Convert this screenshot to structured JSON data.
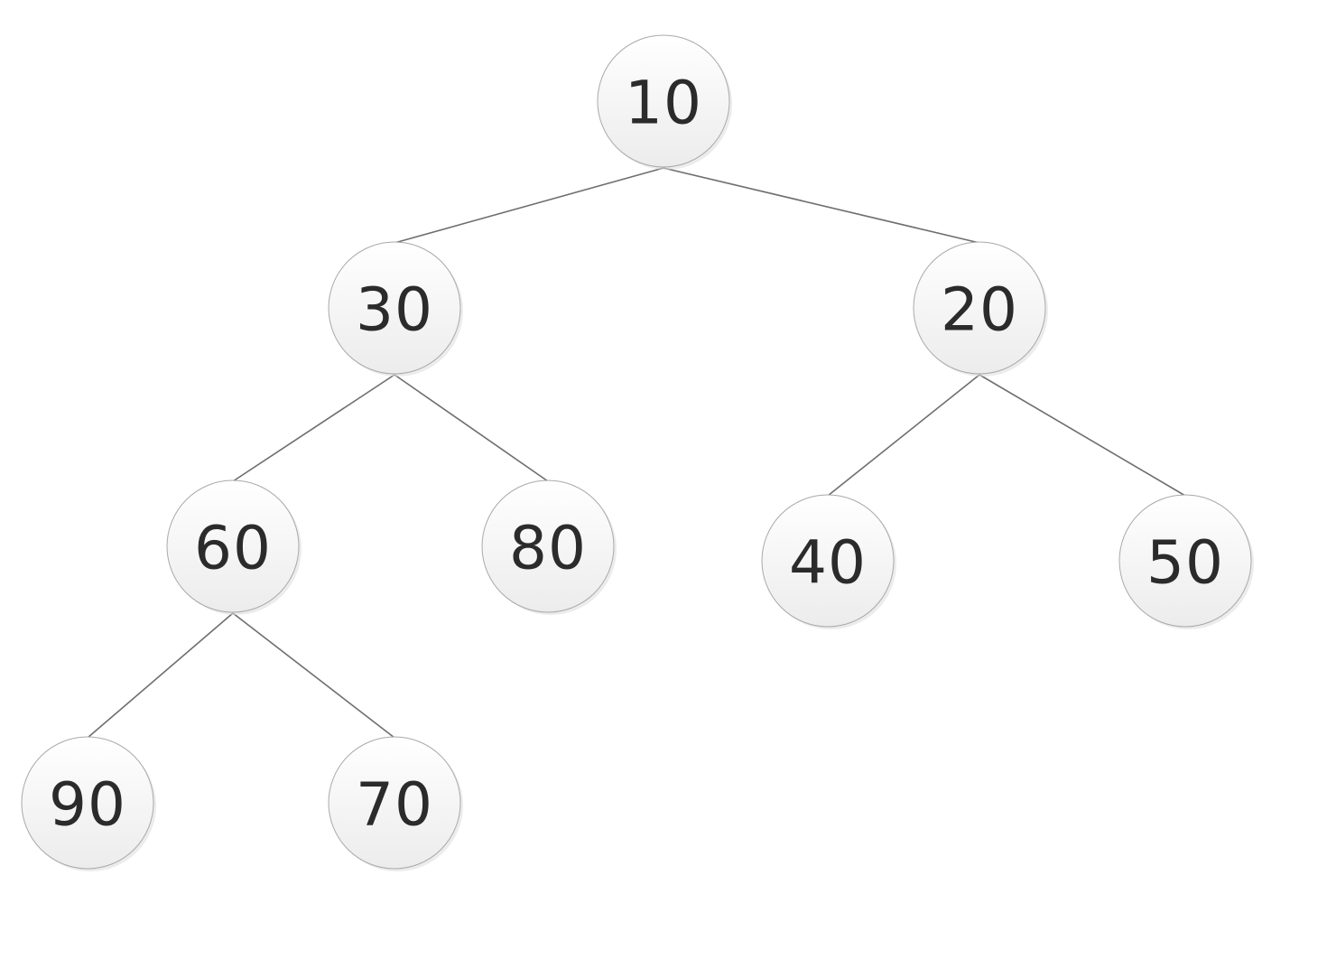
{
  "tree": {
    "nodes": [
      {
        "id": "n10",
        "label": "10"
      },
      {
        "id": "n30",
        "label": "30"
      },
      {
        "id": "n20",
        "label": "20"
      },
      {
        "id": "n60",
        "label": "60"
      },
      {
        "id": "n80",
        "label": "80"
      },
      {
        "id": "n40",
        "label": "40"
      },
      {
        "id": "n50",
        "label": "50"
      },
      {
        "id": "n90",
        "label": "90"
      },
      {
        "id": "n70",
        "label": "70"
      }
    ],
    "edges": [
      {
        "from": "n10",
        "to": "n30"
      },
      {
        "from": "n10",
        "to": "n20"
      },
      {
        "from": "n30",
        "to": "n60"
      },
      {
        "from": "n30",
        "to": "n80"
      },
      {
        "from": "n20",
        "to": "n40"
      },
      {
        "from": "n20",
        "to": "n50"
      },
      {
        "from": "n60",
        "to": "n90"
      },
      {
        "from": "n60",
        "to": "n70"
      }
    ]
  }
}
